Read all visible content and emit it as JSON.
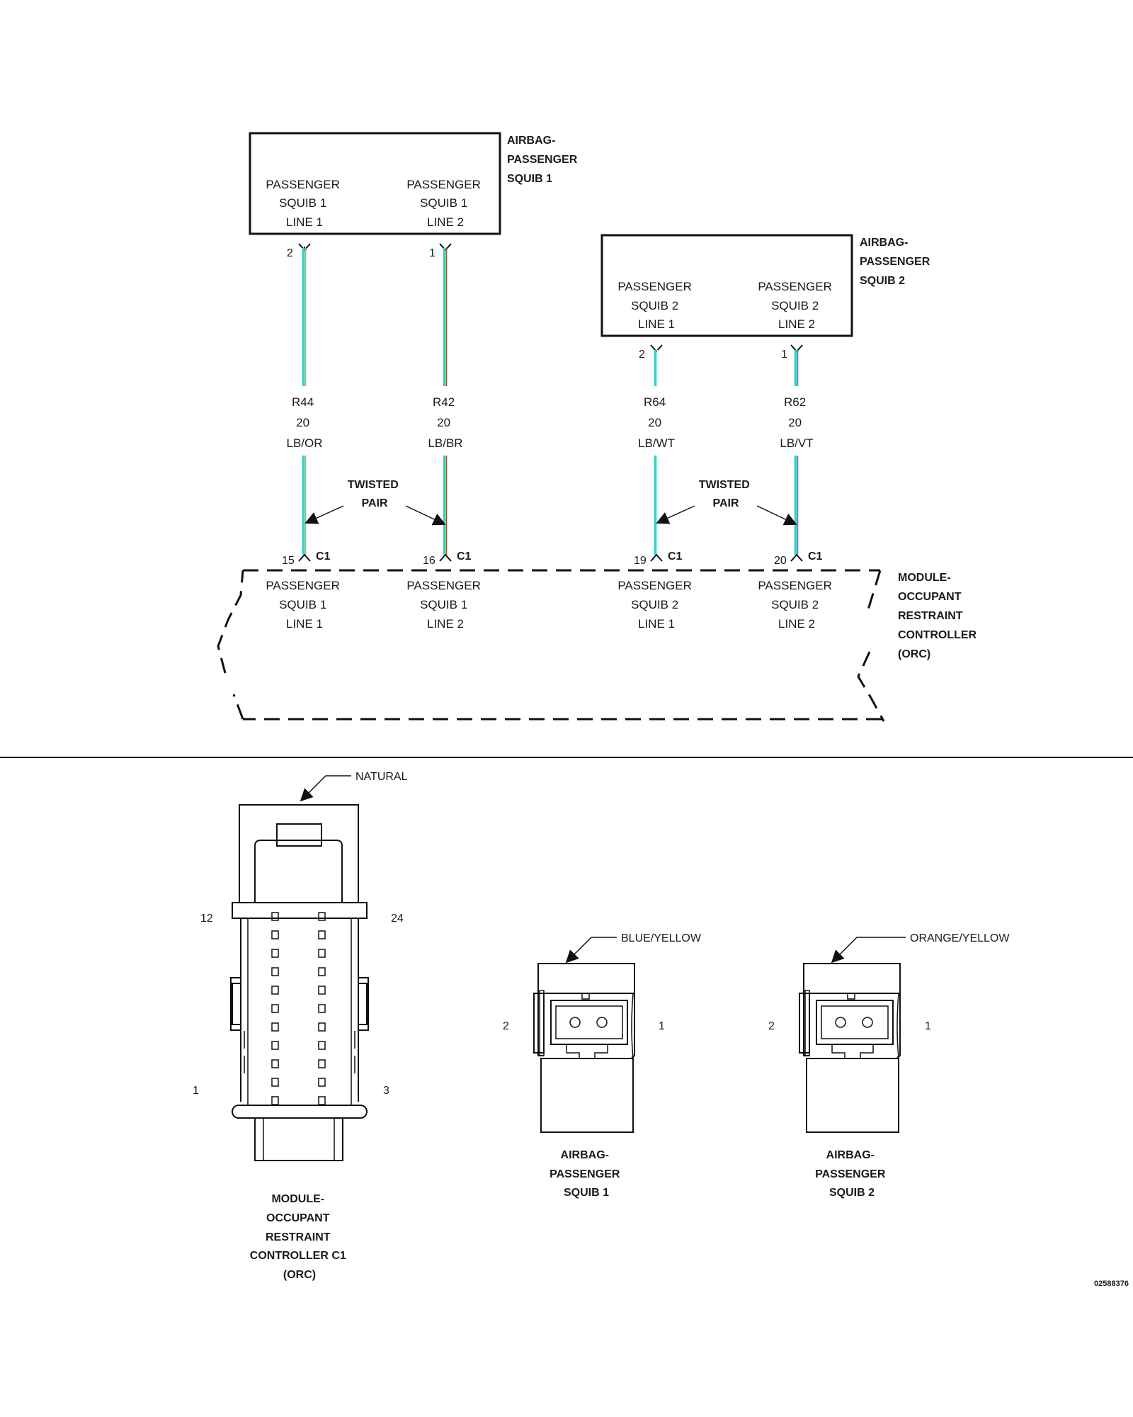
{
  "components": {
    "squib1": {
      "name": [
        "AIRBAG-",
        "PASSENGER",
        "SQUIB 1"
      ],
      "pins": [
        {
          "label": [
            "PASSENGER",
            "SQUIB 1",
            "LINE 1"
          ],
          "pin": "2"
        },
        {
          "label": [
            "PASSENGER",
            "SQUIB 1",
            "LINE 2"
          ],
          "pin": "1"
        }
      ]
    },
    "squib2": {
      "name": [
        "AIRBAG-",
        "PASSENGER",
        "SQUIB 2"
      ],
      "pins": [
        {
          "label": [
            "PASSENGER",
            "SQUIB 2",
            "LINE 1"
          ],
          "pin": "2"
        },
        {
          "label": [
            "PASSENGER",
            "SQUIB 2",
            "LINE 2"
          ],
          "pin": "1"
        }
      ]
    },
    "orc": {
      "name": [
        "MODULE-",
        "OCCUPANT",
        "RESTRAINT",
        "CONTROLLER",
        "(ORC)"
      ],
      "connector": "C1",
      "pins": [
        {
          "pin": "15",
          "label": [
            "PASSENGER",
            "SQUIB 1",
            "LINE 1"
          ]
        },
        {
          "pin": "16",
          "label": [
            "PASSENGER",
            "SQUIB 1",
            "LINE 2"
          ]
        },
        {
          "pin": "19",
          "label": [
            "PASSENGER",
            "SQUIB 2",
            "LINE 1"
          ]
        },
        {
          "pin": "20",
          "label": [
            "PASSENGER",
            "SQUIB 2",
            "LINE 2"
          ]
        }
      ]
    }
  },
  "wires": [
    {
      "circuit": "R44",
      "gauge": "20",
      "color_code": "LB/OR",
      "colors": [
        "#2ad4c8",
        "#e8a020"
      ]
    },
    {
      "circuit": "R42",
      "gauge": "20",
      "color_code": "LB/BR",
      "colors": [
        "#2ad4c8",
        "#8a5a2a"
      ]
    },
    {
      "circuit": "R64",
      "gauge": "20",
      "color_code": "LB/WT",
      "colors": [
        "#2ad4c8",
        "#e8fbfb"
      ]
    },
    {
      "circuit": "R62",
      "gauge": "20",
      "color_code": "LB/VT",
      "colors": [
        "#2ad4c8",
        "#a050e0"
      ]
    }
  ],
  "twisted_pair_label": [
    "TWISTED",
    "PAIR"
  ],
  "connectors": {
    "orc_c1": {
      "color": "NATURAL",
      "cavity_labels": {
        "top_left": "12",
        "top_right": "24",
        "bottom_left": "1",
        "bottom_right": "3"
      },
      "title": [
        "MODULE-",
        "OCCUPANT",
        "RESTRAINT",
        "CONTROLLER C1",
        "(ORC)"
      ]
    },
    "squib1": {
      "color": "BLUE/YELLOW",
      "cavity_labels": {
        "left": "2",
        "right": "1"
      },
      "title": [
        "AIRBAG-",
        "PASSENGER",
        "SQUIB 1"
      ]
    },
    "squib2": {
      "color": "ORANGE/YELLOW",
      "cavity_labels": {
        "left": "2",
        "right": "1"
      },
      "title": [
        "AIRBAG-",
        "PASSENGER",
        "SQUIB 2"
      ]
    }
  },
  "figure_id": "02588376"
}
